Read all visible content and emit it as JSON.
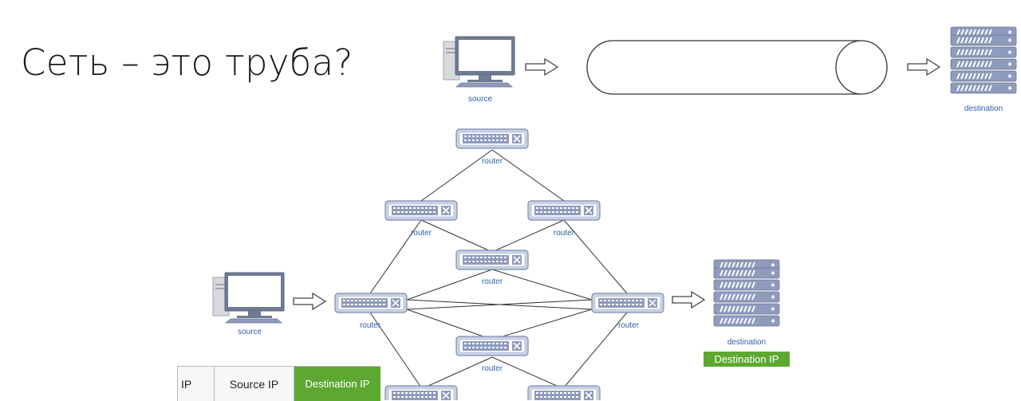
{
  "title": "Сеть – это труба?",
  "labels": {
    "source": "source",
    "destination": "destination",
    "router": "router"
  },
  "destination_badge": "Destination IP",
  "packet_fields": [
    "IP",
    "Source IP",
    "Destination IP"
  ],
  "colors": {
    "label_blue": "#2f5fa8",
    "router_body": "#c9d3e8",
    "server_body": "#8e9bbd",
    "highlight_green": "#5ea832"
  },
  "icons": {
    "computer": "desktop-computer-icon",
    "server": "server-rack-icon",
    "router": "router-switch-icon",
    "arrow": "right-arrow-icon",
    "pipe": "pipe-cylinder-icon"
  }
}
